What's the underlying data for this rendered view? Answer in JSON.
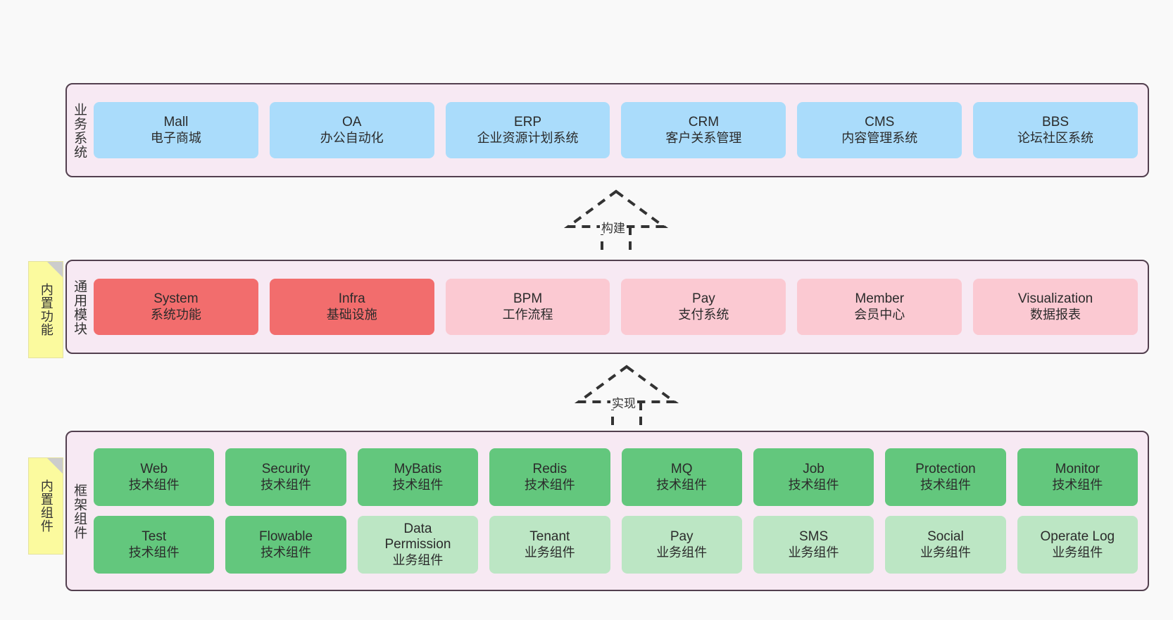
{
  "diagram": {
    "title": "",
    "background": "#f9f9f9",
    "colors": {
      "layer_fill": "#f7e9f3",
      "layer_border": "#53404f",
      "business_node": "#aadcfb",
      "module_core_node": "#f26d6d",
      "module_node": "#fbc9d2",
      "tech_component_node": "#63c77d",
      "biz_component_node": "#bce6c4",
      "sticky_note": "#fbfa9e",
      "sticky_fold": "#cccccc",
      "text": "#333333"
    }
  },
  "layers": [
    {
      "id": "business-system",
      "label": "业务系统",
      "nodes": [
        {
          "name": "Mall",
          "desc": "电子商城",
          "color": "blue"
        },
        {
          "name": "OA",
          "desc": "办公自动化",
          "color": "blue"
        },
        {
          "name": "ERP",
          "desc": "企业资源计划系统",
          "color": "blue"
        },
        {
          "name": "CRM",
          "desc": "客户关系管理",
          "color": "blue"
        },
        {
          "name": "CMS",
          "desc": "内容管理系统",
          "color": "blue"
        },
        {
          "name": "BBS",
          "desc": "论坛社区系统",
          "color": "blue"
        }
      ]
    },
    {
      "id": "common-module",
      "label": "通用模块",
      "sticky": "内置功能",
      "nodes": [
        {
          "name": "System",
          "desc": "系统功能",
          "color": "red"
        },
        {
          "name": "Infra",
          "desc": "基础设施",
          "color": "red"
        },
        {
          "name": "BPM",
          "desc": "工作流程",
          "color": "pink"
        },
        {
          "name": "Pay",
          "desc": "支付系统",
          "color": "pink"
        },
        {
          "name": "Member",
          "desc": "会员中心",
          "color": "pink"
        },
        {
          "name": "Visualization",
          "desc": "数据报表",
          "color": "pink"
        }
      ]
    },
    {
      "id": "framework-component",
      "label": "框架组件",
      "sticky": "内置组件",
      "rows": [
        [
          {
            "name": "Web",
            "desc": "技术组件",
            "color": "green"
          },
          {
            "name": "Security",
            "desc": "技术组件",
            "color": "green"
          },
          {
            "name": "MyBatis",
            "desc": "技术组件",
            "color": "green"
          },
          {
            "name": "Redis",
            "desc": "技术组件",
            "color": "green"
          },
          {
            "name": "MQ",
            "desc": "技术组件",
            "color": "green"
          },
          {
            "name": "Job",
            "desc": "技术组件",
            "color": "green"
          },
          {
            "name": "Protection",
            "desc": "技术组件",
            "color": "green"
          },
          {
            "name": "Monitor",
            "desc": "技术组件",
            "color": "green"
          }
        ],
        [
          {
            "name": "Test",
            "desc": "技术组件",
            "color": "green"
          },
          {
            "name": "Flowable",
            "desc": "技术组件",
            "color": "green"
          },
          {
            "name": "Data Permission",
            "desc": "业务组件",
            "color": "lightgreen"
          },
          {
            "name": "Tenant",
            "desc": "业务组件",
            "color": "lightgreen"
          },
          {
            "name": "Pay",
            "desc": "业务组件",
            "color": "lightgreen"
          },
          {
            "name": "SMS",
            "desc": "业务组件",
            "color": "lightgreen"
          },
          {
            "name": "Social",
            "desc": "业务组件",
            "color": "lightgreen"
          },
          {
            "name": "Operate Log",
            "desc": "业务组件",
            "color": "lightgreen"
          }
        ]
      ]
    }
  ],
  "connectors": [
    {
      "id": "build",
      "label": "构建",
      "from": "common-module",
      "to": "business-system",
      "style": "dashed-generalization"
    },
    {
      "id": "implement",
      "label": "实现",
      "from": "framework-component",
      "to": "common-module",
      "style": "dashed-generalization"
    }
  ]
}
